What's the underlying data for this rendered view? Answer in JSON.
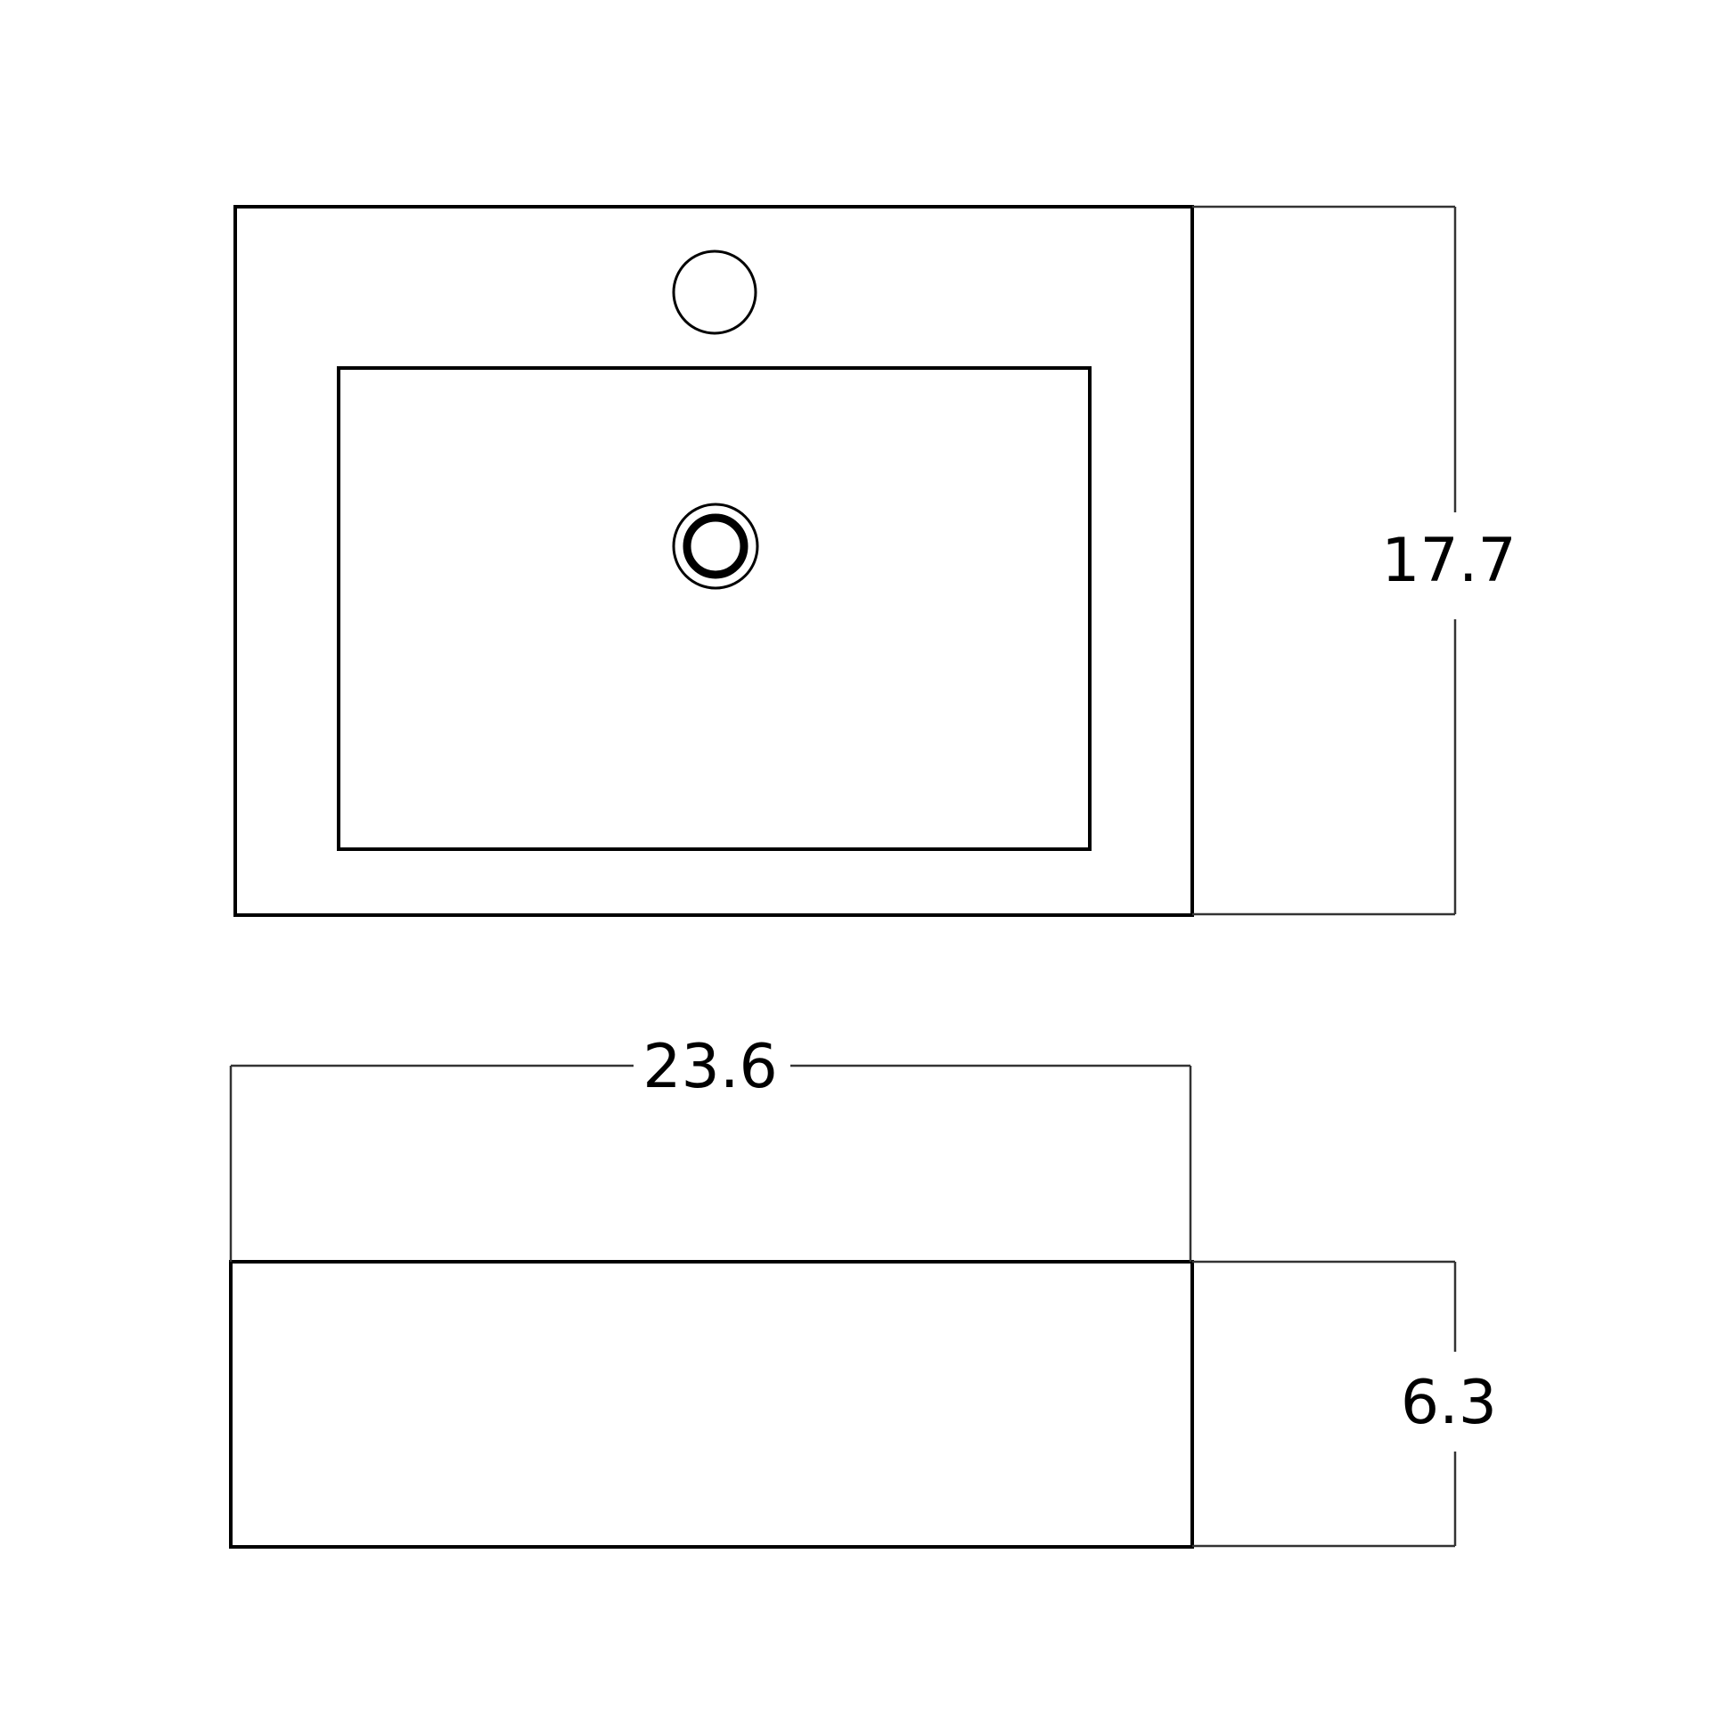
{
  "dimensions": {
    "depth": "17.7",
    "width": "23.6",
    "height": "6.3"
  }
}
